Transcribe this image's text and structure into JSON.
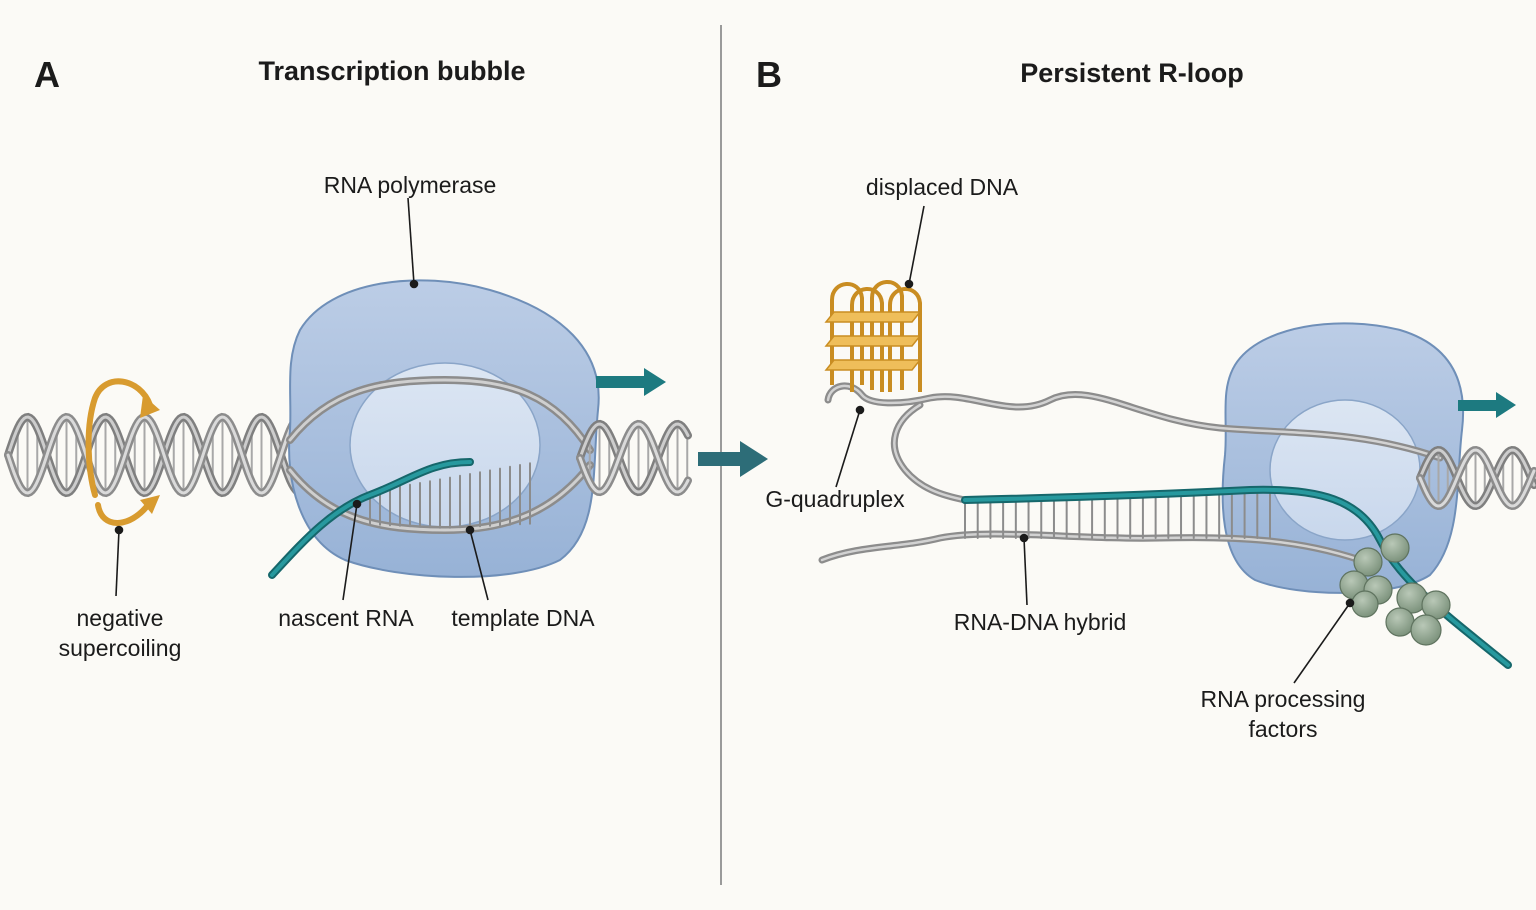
{
  "panels": [
    {
      "letter": "A",
      "title": "Transcription bubble",
      "labels": {
        "polymerase": "RNA polymerase",
        "supercoiling_line1": "negative",
        "supercoiling_line2": "supercoiling",
        "nascent_rna": "nascent RNA",
        "template_dna": "template DNA"
      }
    },
    {
      "letter": "B",
      "title": "Persistent R-loop",
      "labels": {
        "displaced_dna": "displaced DNA",
        "g_quadruplex": "G-quadruplex",
        "hybrid": "RNA-DNA hybrid",
        "processing_line1": "RNA processing",
        "processing_line2": "factors"
      }
    }
  ],
  "colors": {
    "background": "#fbfaf6",
    "polymerase": "#a9bfdc",
    "polymerase_outline": "#6f8fb8",
    "dna": "#9a9a9a",
    "rna": "#1f8a8f",
    "arrow": "#1d7a80",
    "supercoil_arrow": "#d89b2f",
    "g_quadruplex": "#e2a93a",
    "processing_factors": "#8fa58f",
    "divider": "#9a9a9a"
  },
  "icons": {
    "direction_arrow": "right-arrow-icon",
    "transition_arrow": "right-arrow-icon",
    "supercoil": "circular-arrow-icon"
  }
}
